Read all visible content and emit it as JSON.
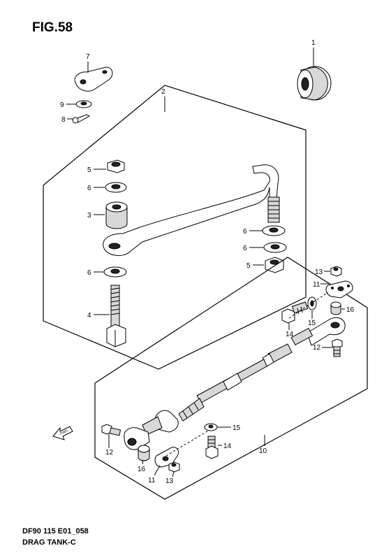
{
  "figure_title": "FIG.58",
  "model_code": "DF90 115 E01_058",
  "caption": "DRAG TANK-C",
  "fwd_label": "FWD",
  "callouts": [
    {
      "id": "c1",
      "label": "1"
    },
    {
      "id": "c2",
      "label": "2"
    },
    {
      "id": "c3",
      "label": "3"
    },
    {
      "id": "c4",
      "label": "4"
    },
    {
      "id": "c5a",
      "label": "5"
    },
    {
      "id": "c5b",
      "label": "5"
    },
    {
      "id": "c6a",
      "label": "6"
    },
    {
      "id": "c6b",
      "label": "6"
    },
    {
      "id": "c6c",
      "label": "6"
    },
    {
      "id": "c6d",
      "label": "6"
    },
    {
      "id": "c7",
      "label": "7"
    },
    {
      "id": "c8",
      "label": "8"
    },
    {
      "id": "c9",
      "label": "9"
    },
    {
      "id": "c10",
      "label": "10"
    },
    {
      "id": "c11a",
      "label": "11"
    },
    {
      "id": "c11b",
      "label": "11"
    },
    {
      "id": "c12a",
      "label": "12"
    },
    {
      "id": "c12b",
      "label": "12"
    },
    {
      "id": "c13a",
      "label": "13"
    },
    {
      "id": "c13b",
      "label": "13"
    },
    {
      "id": "c14a",
      "label": "14"
    },
    {
      "id": "c14b",
      "label": "14"
    },
    {
      "id": "c15a",
      "label": "15"
    },
    {
      "id": "c15b",
      "label": "15"
    },
    {
      "id": "c16a",
      "label": "16"
    },
    {
      "id": "c16b",
      "label": "16"
    }
  ]
}
